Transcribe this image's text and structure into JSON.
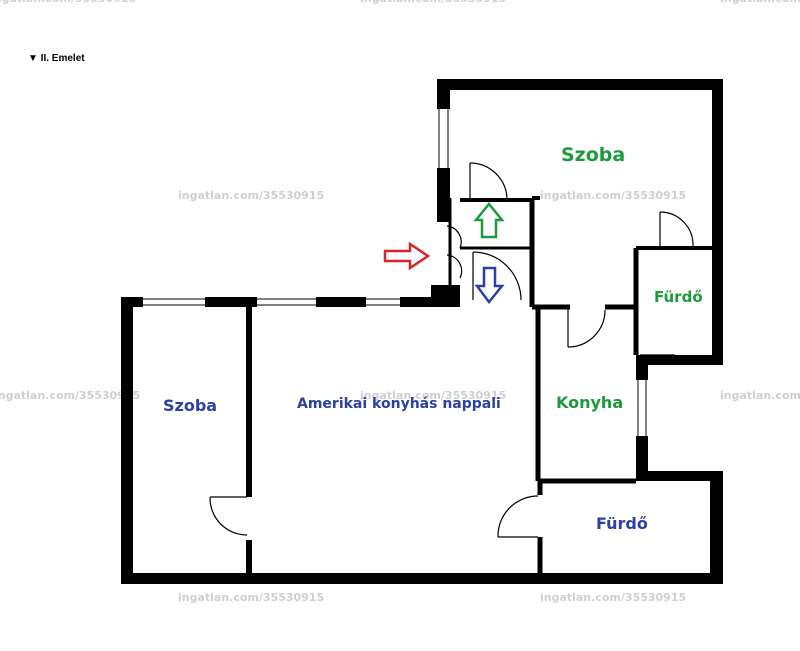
{
  "header": {
    "floor_label": "▼ II. Emelet"
  },
  "watermark": "ingatlan.com/35530915",
  "rooms": [
    {
      "id": "szoba-top",
      "label": "Szoba",
      "color": "#1c9a3c"
    },
    {
      "id": "furdo-top",
      "label": "Fürdő",
      "color": "#1c9a3c"
    },
    {
      "id": "konyha",
      "label": "Konyha",
      "color": "#1c9a3c"
    },
    {
      "id": "szoba-left",
      "label": "Szoba",
      "color": "#2b3fa8"
    },
    {
      "id": "nappali",
      "label": "Amerikai konyhás nappali",
      "color": "#2b3fa8"
    },
    {
      "id": "furdo-bottom",
      "label": "Fürdő",
      "color": "#2b3fa8"
    }
  ],
  "arrows": [
    {
      "id": "entry",
      "direction": "right",
      "color": "#d8232a"
    },
    {
      "id": "up",
      "direction": "up",
      "color": "#1c9a3c"
    },
    {
      "id": "down",
      "direction": "down",
      "color": "#2b3fa8"
    }
  ]
}
